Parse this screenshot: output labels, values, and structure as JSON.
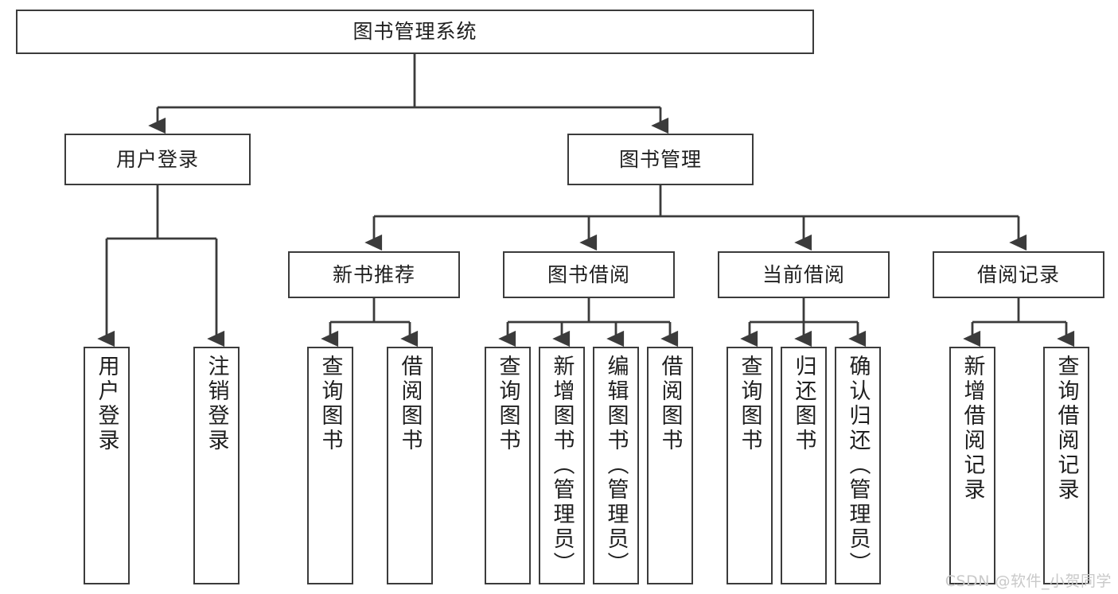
{
  "diagram": {
    "type": "tree-hierarchy",
    "title_node": {
      "label": "图书管理系统"
    },
    "level2": [
      {
        "label": "用户登录"
      },
      {
        "label": "图书管理"
      }
    ],
    "level3": [
      {
        "label": "新书推荐"
      },
      {
        "label": "图书借阅"
      },
      {
        "label": "当前借阅"
      },
      {
        "label": "借阅记录"
      }
    ],
    "leaves": {
      "user_login": [
        {
          "label": "用户登录"
        },
        {
          "label": "注销登录"
        }
      ],
      "new_book_recommend": [
        {
          "label": "查询图书"
        },
        {
          "label": "借阅图书"
        }
      ],
      "book_borrow": [
        {
          "label": "查询图书"
        },
        {
          "label": "新增图书（管理员）"
        },
        {
          "label": "编辑图书（管理员）"
        },
        {
          "label": "借阅图书"
        }
      ],
      "current_borrow": [
        {
          "label": "查询图书"
        },
        {
          "label": "归还图书"
        },
        {
          "label": "确认归还（管理员）"
        }
      ],
      "borrow_record": [
        {
          "label": "新增借阅记录"
        },
        {
          "label": "查询借阅记录"
        }
      ]
    }
  },
  "watermark": {
    "text": "CSDN @软件_小贺同学"
  },
  "colors": {
    "border": "#3b3b3b",
    "text": "#1f1f1f",
    "background": "#ffffff",
    "watermark": "#c9c9c9"
  }
}
